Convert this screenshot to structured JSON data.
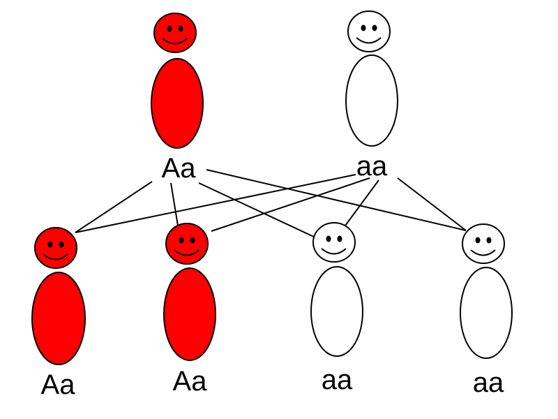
{
  "diagram": {
    "parents": [
      {
        "genotype": "Aa",
        "affected": true
      },
      {
        "genotype": "aa",
        "affected": false
      }
    ],
    "children": [
      {
        "genotype": "Aa",
        "affected": true
      },
      {
        "genotype": "Aa",
        "affected": true
      },
      {
        "genotype": "aa",
        "affected": false
      },
      {
        "genotype": "aa",
        "affected": false
      }
    ],
    "colors": {
      "affected": "#ff0000",
      "unaffected": "#ffffff",
      "outline": "#000000",
      "background": "#ffffff"
    }
  }
}
